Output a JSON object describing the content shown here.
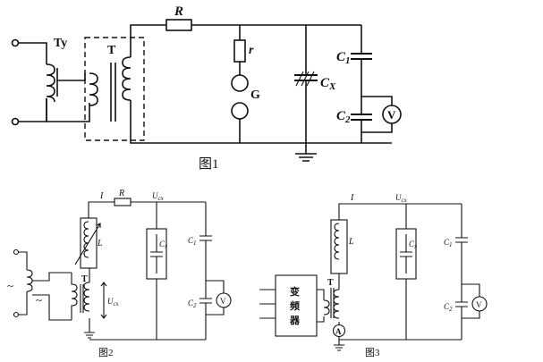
{
  "fig1": {
    "caption": "图1",
    "source_label": "Ty",
    "transformer_label": "T",
    "resistor_label": "R",
    "small_r_label": "r",
    "gap_label": "G",
    "cx_label": "C",
    "cx_sub": "X",
    "c1_label": "C",
    "c1_sub": "1",
    "c2_label": "C",
    "c2_sub": "2",
    "voltmeter_label": "V"
  },
  "fig2": {
    "caption": "图2",
    "current_label": "I",
    "resistor_label": "R",
    "ucx_label": "U",
    "ucx_sub": "cx",
    "inductor_label": "L",
    "transformer_label": "T",
    "uc_label": "U",
    "uc_sub": "cs",
    "cx_label": "C",
    "cx_sub": "x",
    "c1_label": "C",
    "c1_sub": "1",
    "c2_label": "C",
    "c2_sub": "2",
    "voltmeter_label": "V",
    "ac_symbol_left": "~",
    "ac_symbol_right": "~"
  },
  "fig3": {
    "caption": "图3",
    "current_label": "I",
    "ucx_label": "U",
    "ucx_sub": "cx",
    "inductor_label": "L",
    "transformer_label": "T",
    "freq_converter_line1": "变",
    "freq_converter_line2": "频",
    "freq_converter_line3": "器",
    "ammeter_label": "A",
    "cx_label": "C",
    "cx_sub": "x",
    "c1_label": "C",
    "c1_sub": "1",
    "c2_label": "C",
    "c2_sub": "2",
    "voltmeter_label": "V"
  }
}
